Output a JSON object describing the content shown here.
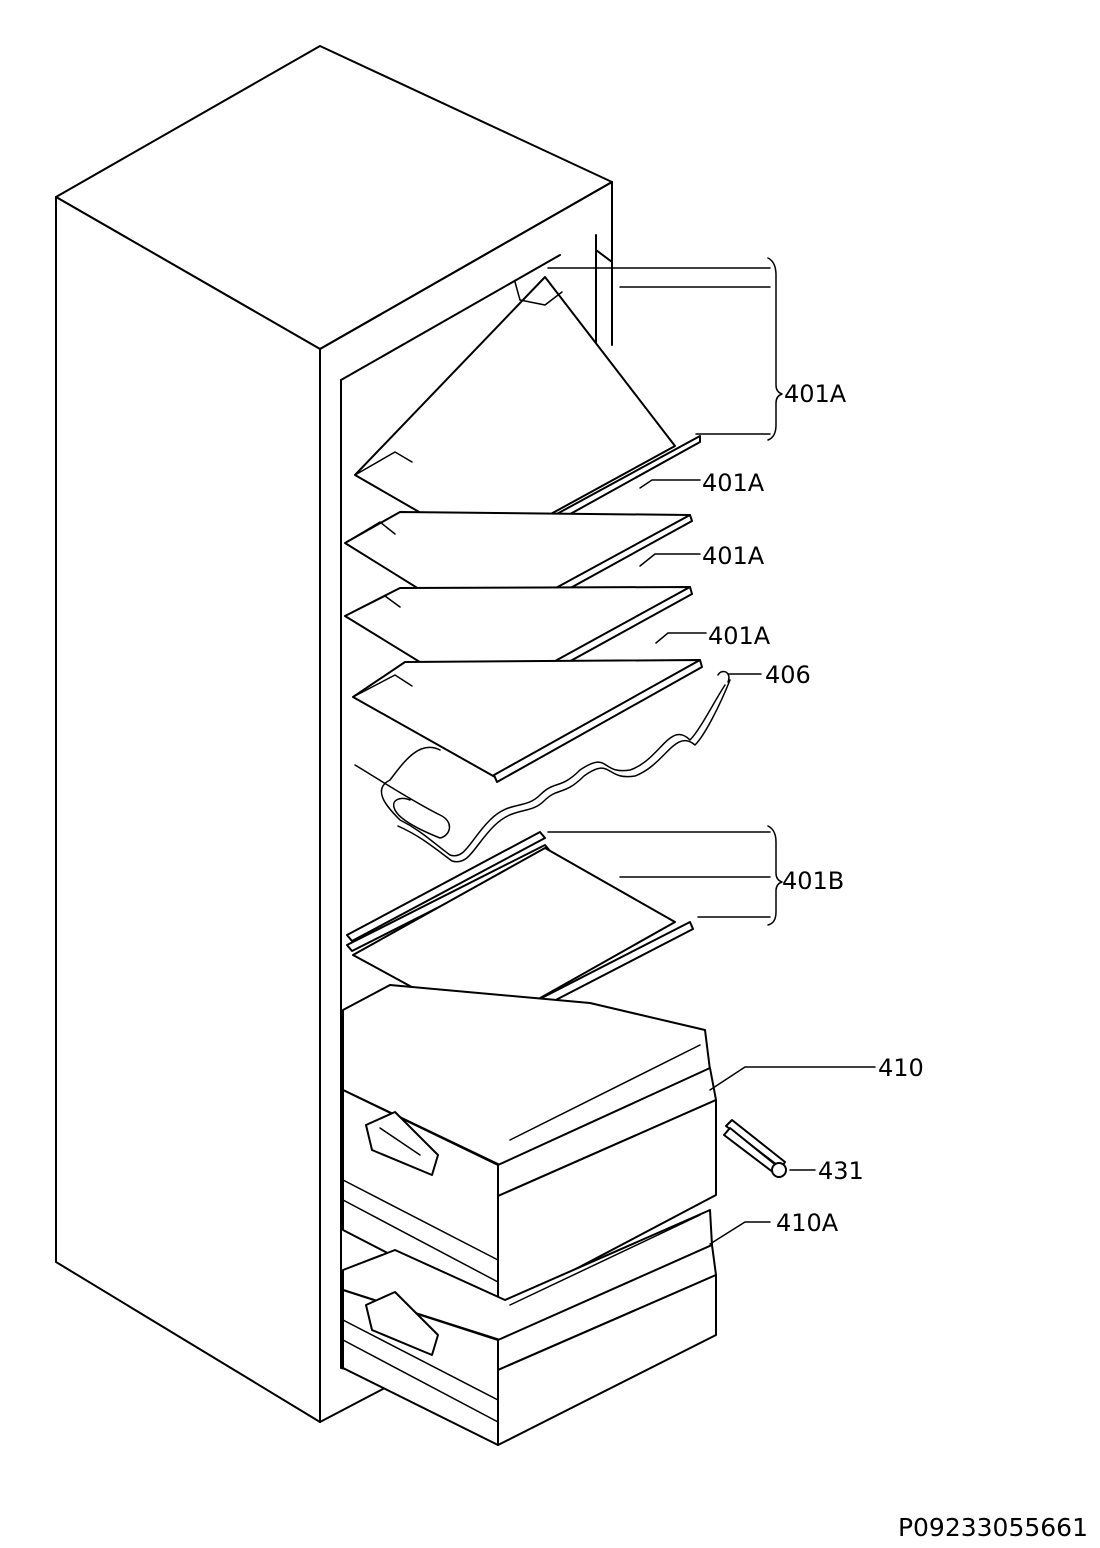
{
  "labels": {
    "shelf_group_top": "401A",
    "shelf_2": "401A",
    "shelf_3": "401A",
    "shelf_4": "401A",
    "wire": "406",
    "shelf_group_bottom": "401B",
    "drawer_upper": "410",
    "rail": "431",
    "drawer_lower": "410A"
  },
  "drawing_code": "P09233055661"
}
